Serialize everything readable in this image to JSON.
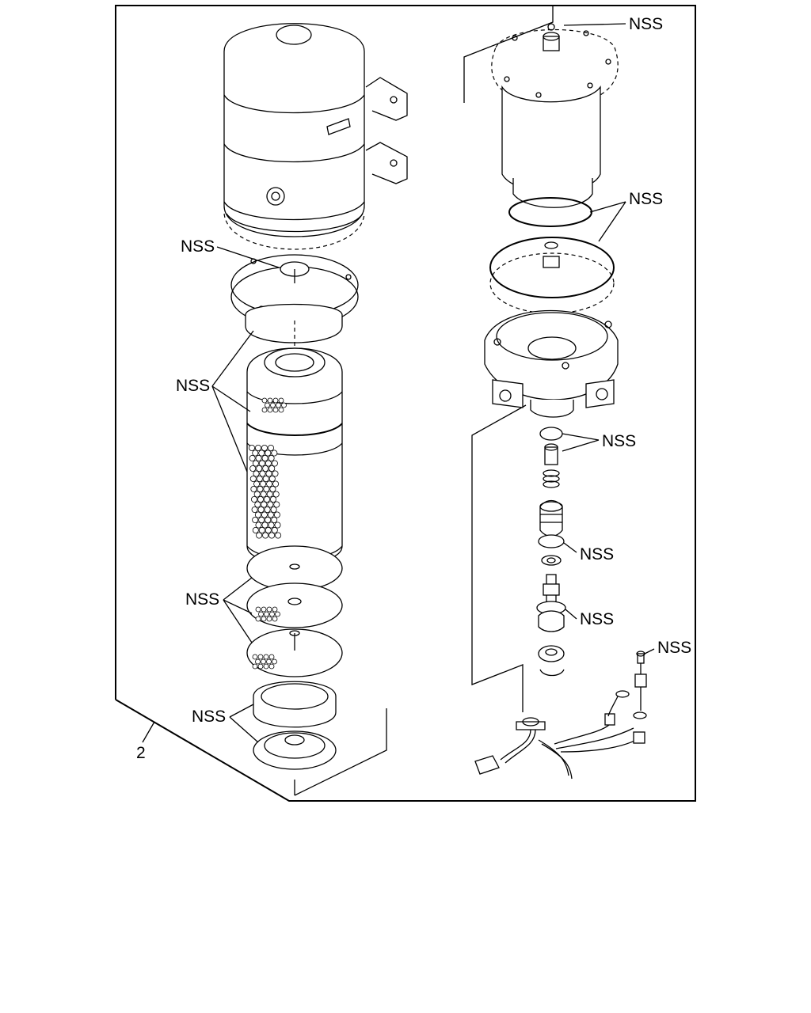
{
  "diagram": {
    "callout_labels": {
      "top_right": "NSS",
      "right_seals": "NSS",
      "left_top_disc": "NSS",
      "left_cartridge": "NSS",
      "right_valve_seat": "NSS",
      "right_valve_mid": "NSS",
      "right_valve_low": "NSS",
      "left_screens": "NSS",
      "right_sensor": "NSS",
      "left_bottom_seal": "NSS"
    },
    "item_number": "2"
  }
}
